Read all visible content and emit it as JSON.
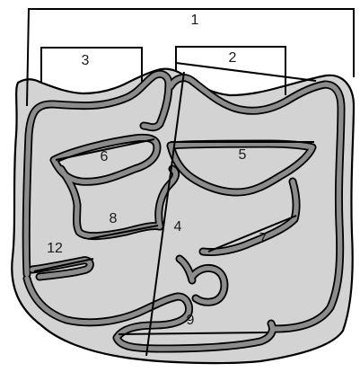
{
  "diagram": {
    "labels": {
      "l1": "1",
      "l2": "2",
      "l3": "3",
      "l4": "4",
      "l5": "5",
      "l6": "6",
      "l7": "7",
      "l8": "8",
      "l9": "9",
      "l12": "12"
    },
    "colors": {
      "tooth_fill": "#d3d3d3",
      "enamel_band": "#8c8c8c",
      "outline": "#000000"
    }
  }
}
